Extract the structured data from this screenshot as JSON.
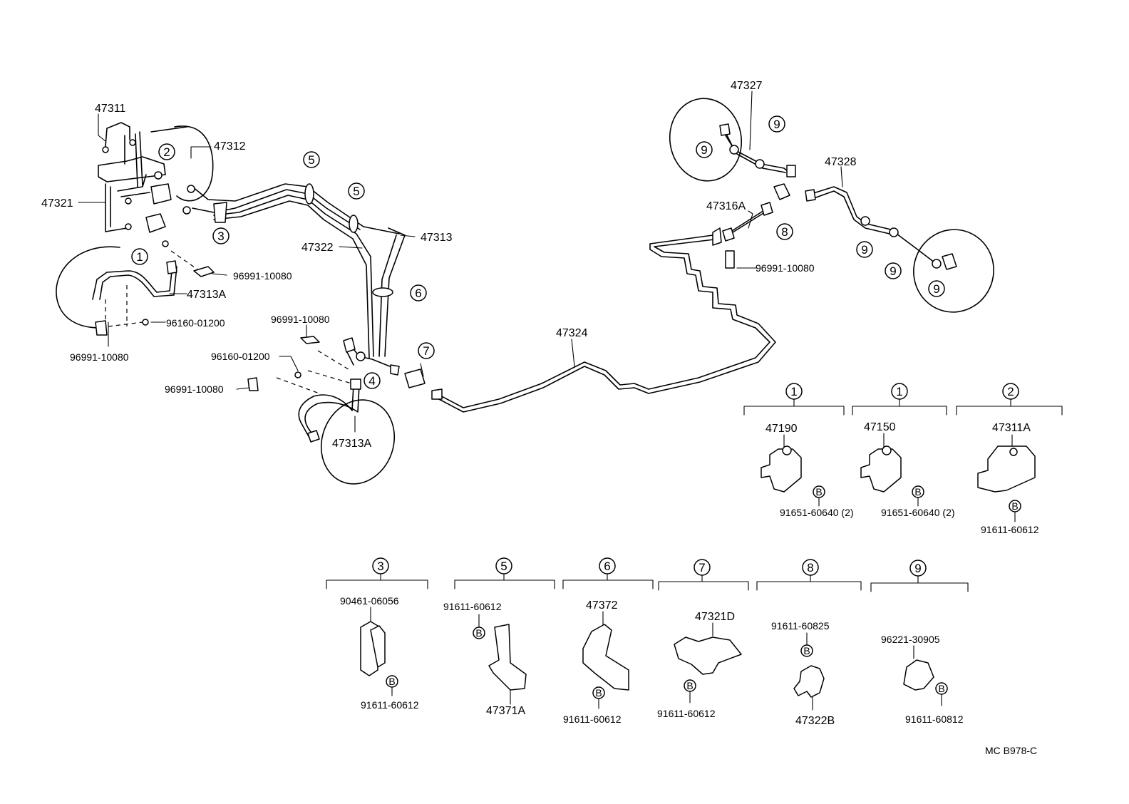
{
  "diagram": {
    "labels": {
      "p47311": "47311",
      "p47312": "47312",
      "p47321": "47321",
      "p47313": "47313",
      "p47322": "47322",
      "p47313A_top": "47313A",
      "p47313A_bottom": "47313A",
      "p47324": "47324",
      "p47327": "47327",
      "p47328": "47328",
      "p47316A": "47316A",
      "p96991_a": "96991-10080",
      "p96160_a": "96160-01200",
      "p96991_b": "96991-10080",
      "p96991_c": "96991-10080",
      "p96160_b": "96160-01200",
      "p96991_d": "96991-10080",
      "p96991_e": "96991-10080"
    },
    "callouts": [
      "1",
      "2",
      "3",
      "4",
      "5",
      "5",
      "6",
      "7",
      "8",
      "9",
      "9",
      "9",
      "9",
      "9"
    ],
    "detail_groups": {
      "g1a": {
        "num": "1",
        "part": "47190",
        "bolt": "91651-60640 (2)",
        "mark": "B"
      },
      "g1b": {
        "num": "1",
        "part": "47150",
        "bolt": "91651-60640 (2)",
        "mark": "B"
      },
      "g2": {
        "num": "2",
        "part": "47311A",
        "bolt": "91611-60612",
        "mark": "B"
      },
      "g3": {
        "num": "3",
        "part": "90461-06056",
        "bolt": "91611-60612",
        "mark": "B"
      },
      "g5": {
        "num": "5",
        "bolt_top": "91611-60612",
        "part": "47371A",
        "mark": "B"
      },
      "g6": {
        "num": "6",
        "part": "47372",
        "bolt": "91611-60612",
        "mark": "B"
      },
      "g7": {
        "num": "7",
        "part": "47321D",
        "bolt": "91611-60612",
        "mark": "B"
      },
      "g8": {
        "num": "8",
        "bolt": "91611-60825",
        "part": "47322B",
        "mark": "B"
      },
      "g9": {
        "num": "9",
        "part": "96221-30905",
        "bolt": "91611-60812",
        "mark": "B"
      }
    },
    "code": "MC B978-C"
  }
}
